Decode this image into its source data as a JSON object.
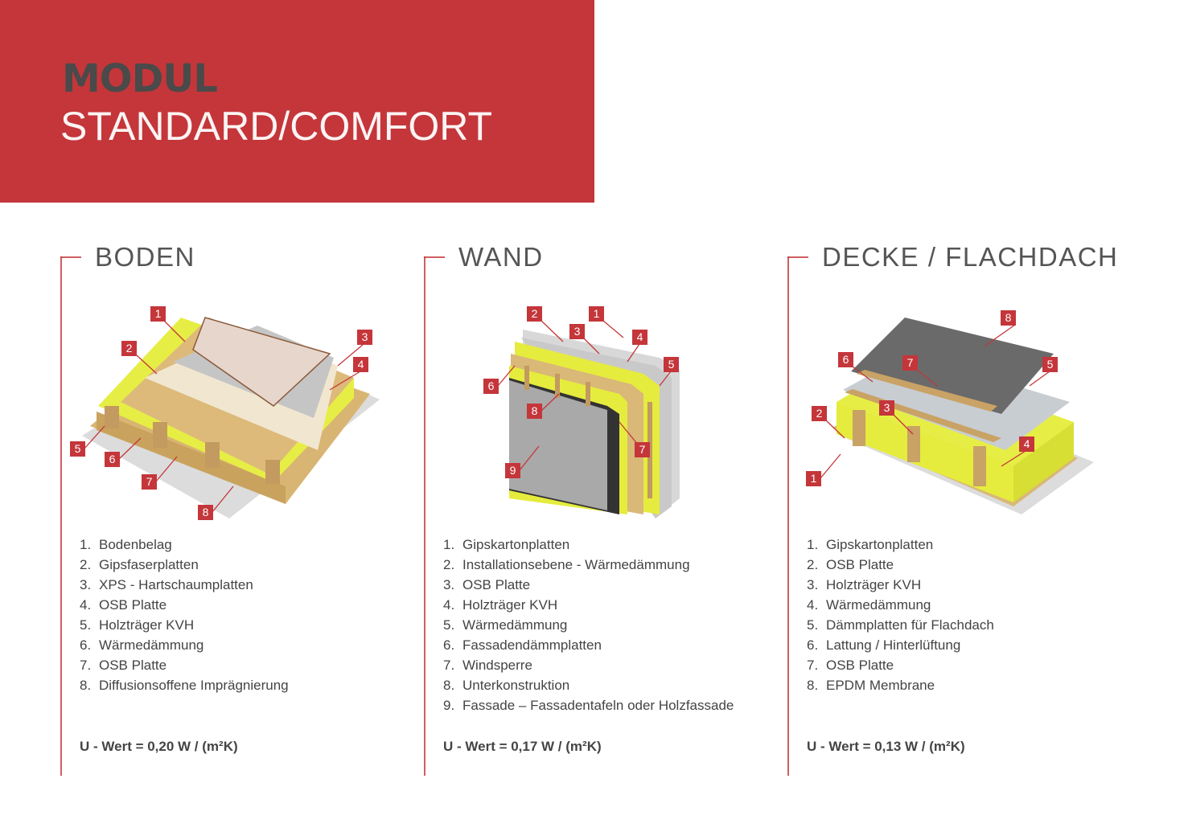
{
  "header": {
    "title": "MODUL",
    "subtitle": "STANDARD/COMFORT"
  },
  "colors": {
    "accent": "#c4363a",
    "text": "#444444",
    "insulation": "#e4ec3c",
    "osb": "#d9b878"
  },
  "sections": [
    {
      "title": "BODEN",
      "markers": [
        "1",
        "2",
        "3",
        "4",
        "5",
        "6",
        "7",
        "8"
      ],
      "items": [
        {
          "n": "1.",
          "label": "Bodenbelag"
        },
        {
          "n": "2.",
          "label": "Gipsfaserplatten"
        },
        {
          "n": "3.",
          "label": "XPS - Hartschaumplatten"
        },
        {
          "n": "4.",
          "label": "OSB Platte"
        },
        {
          "n": "5.",
          "label": "Holzträger KVH"
        },
        {
          "n": "6.",
          "label": "Wärmedämmung"
        },
        {
          "n": "7.",
          "label": "OSB Platte"
        },
        {
          "n": "8.",
          "label": "Diffusionsoffene Imprägnierung"
        }
      ],
      "u_value": "U - Wert = 0,20 W / (m²K)"
    },
    {
      "title": "WAND",
      "markers": [
        "2",
        "1",
        "3",
        "4",
        "5",
        "6",
        "8",
        "7",
        "9"
      ],
      "items": [
        {
          "n": "1.",
          "label": "Gipskartonplatten"
        },
        {
          "n": "2.",
          "label": "Installationsebene - Wärmedämmung"
        },
        {
          "n": "3.",
          "label": "OSB Platte"
        },
        {
          "n": "4.",
          "label": "Holzträger KVH"
        },
        {
          "n": "5.",
          "label": "Wärmedämmung"
        },
        {
          "n": "6.",
          "label": "Fassadendämmplatten"
        },
        {
          "n": "7.",
          "label": "Windsperre"
        },
        {
          "n": "8.",
          "label": "Unterkonstruktion"
        },
        {
          "n": "9.",
          "label": "Fassade – Fassadentafeln oder Holzfassade"
        }
      ],
      "u_value": "U - Wert = 0,17 W / (m²K)"
    },
    {
      "title": "DECKE / FLACHDACH",
      "markers": [
        "8",
        "6",
        "7",
        "5",
        "2",
        "3",
        "4",
        "1"
      ],
      "items": [
        {
          "n": "1.",
          "label": "Gipskartonplatten"
        },
        {
          "n": "2.",
          "label": "OSB Platte"
        },
        {
          "n": "3.",
          "label": "Holzträger KVH"
        },
        {
          "n": "4.",
          "label": "Wärmedämmung"
        },
        {
          "n": "5.",
          "label": "Dämmplatten für Flachdach"
        },
        {
          "n": "6.",
          "label": "Lattung / Hinterlüftung"
        },
        {
          "n": "7.",
          "label": "OSB Platte"
        },
        {
          "n": "8.",
          "label": "EPDM Membrane"
        }
      ],
      "u_value": "U - Wert = 0,13 W / (m²K)"
    }
  ]
}
